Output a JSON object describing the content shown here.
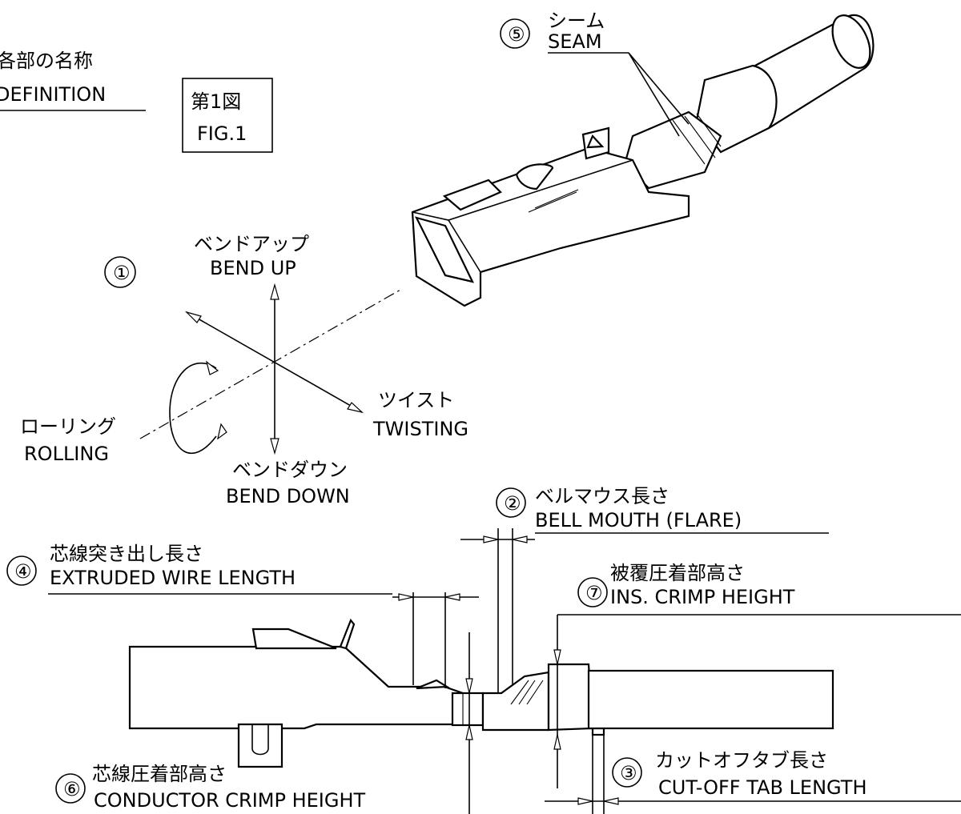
{
  "header": {
    "title_jp": "各部の名称",
    "title_en": "DEFINITION"
  },
  "figure_box": {
    "jp": "第1図",
    "en": "FIG.1"
  },
  "axes_diagram": {
    "number": "①",
    "bend_up": {
      "jp": "ベンドアップ",
      "en": "BEND UP"
    },
    "bend_down": {
      "jp": "ベンドダウン",
      "en": "BEND DOWN"
    },
    "twisting": {
      "jp": "ツイスト",
      "en": "TWISTING"
    },
    "rolling": {
      "jp": "ローリング",
      "en": "ROLLING"
    }
  },
  "labels": [
    {
      "id": "seam",
      "number": "⑤",
      "jp": "シーム",
      "en": "SEAM"
    },
    {
      "id": "bell_mouth",
      "number": "②",
      "jp": "ベルマウス長さ",
      "en": "BELL MOUTH (FLARE)"
    },
    {
      "id": "extruded_wire",
      "number": "④",
      "jp": "芯線突き出し長さ",
      "en": "EXTRUDED WIRE LENGTH"
    },
    {
      "id": "ins_crimp",
      "number": "⑦",
      "jp": "被覆圧着部高さ",
      "en": "INS. CRIMP HEIGHT"
    },
    {
      "id": "cutoff_tab",
      "number": "③",
      "jp": "カットオフタブ長さ",
      "en": "CUT-OFF TAB LENGTH"
    },
    {
      "id": "conductor_crimp",
      "number": "⑥",
      "jp": "芯線圧着部高さ",
      "en": "CONDUCTOR CRIMP HEIGHT"
    }
  ]
}
